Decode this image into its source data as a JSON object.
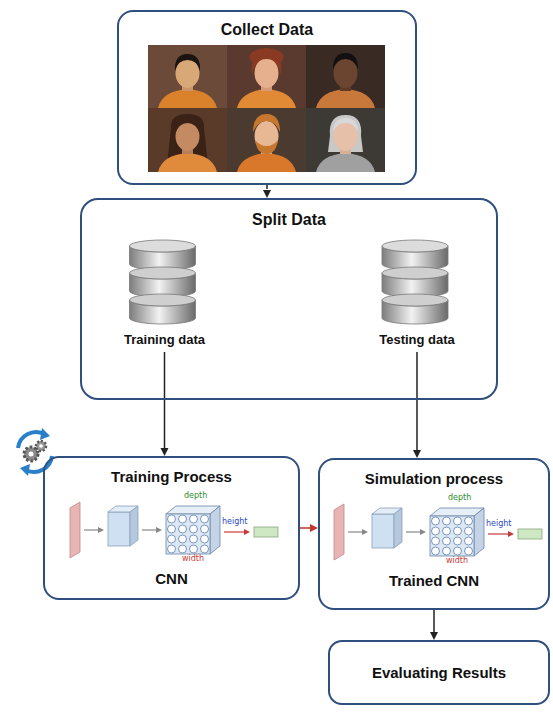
{
  "diagram": {
    "nodes": [
      {
        "text": [
          "Collect Data"
        ]
      },
      {
        "text": [
          "Split Data"
        ]
      },
      {
        "text": [
          "Training data"
        ],
        "in": 1
      },
      {
        "text": [
          "Testing data"
        ],
        "in": 1
      },
      {
        "text": [
          "Training Process",
          "CNN"
        ]
      },
      {
        "text": [
          "Simulation process",
          "Trained CNN"
        ]
      },
      {
        "text": [
          "Evaluating Results"
        ]
      }
    ],
    "edges": [
      {
        "from": 0,
        "to": 1,
        "arrow": "to"
      },
      {
        "from": 2,
        "to": 4,
        "arrow": "to"
      },
      {
        "from": 3,
        "to": 5,
        "arrow": "to"
      },
      {
        "from": 4,
        "to": 5,
        "arrow": "to"
      },
      {
        "from": 5,
        "to": 6,
        "arrow": "to"
      }
    ],
    "labels": [
      "depth",
      "height",
      "width",
      "depth",
      "height",
      "width"
    ]
  }
}
